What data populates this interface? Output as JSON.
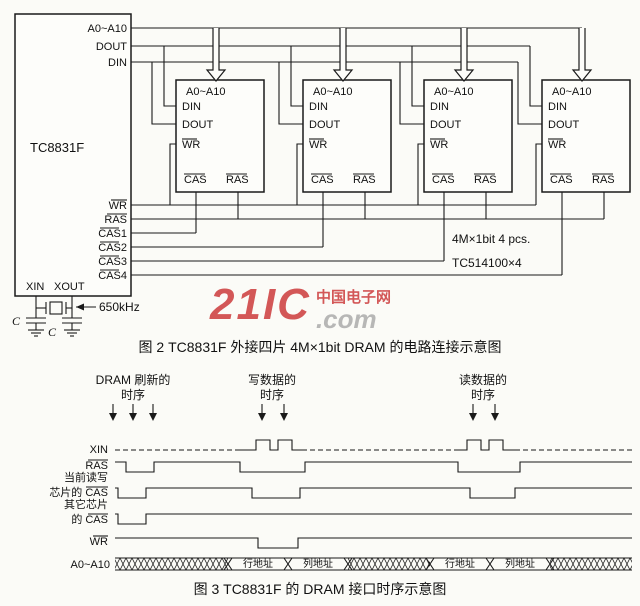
{
  "fig2": {
    "controller": {
      "name": "TC8831F",
      "pin_addr": "A0~A10",
      "pin_dout": "DOUT",
      "pin_din": "DIN",
      "pin_wr": "WR",
      "pin_ras": "RAS",
      "pin_cas1": "CAS1",
      "pin_cas2": "CAS2",
      "pin_cas3": "CAS3",
      "pin_cas4": "CAS4",
      "pin_xin": "XIN",
      "pin_xout": "XOUT"
    },
    "dram_pins": {
      "addr": "A0~A10",
      "din": "DIN",
      "dout": "DOUT",
      "wr": "WR",
      "cas": "CAS",
      "ras": "RAS"
    },
    "osc_freq": "650kHz",
    "cap_label": "C",
    "note1": "4M×1bit  4 pcs.",
    "note2": "TC514100×4",
    "caption": "图 2  TC8831F 外接四片 4M×1bit  DRAM 的电路连接示意图"
  },
  "watermark": {
    "brand": "21IC",
    "site": "中国电子网",
    "tld": ".com",
    "color_red": "#cf4646",
    "color_gray": "#b0b0b0"
  },
  "fig3": {
    "ann_refresh_1": "DRAM 刷新的",
    "ann_refresh_2": "时序",
    "ann_write_1": "写数据的",
    "ann_write_2": "时序",
    "ann_read_1": "读数据的",
    "ann_read_2": "时序",
    "sig_xin": "XIN",
    "sig_ras": "RAS",
    "sig_cur_cas_1": "当前读写",
    "sig_cur_cas_2": "芯片的 CAS",
    "sig_other_cas_1": "其它芯片",
    "sig_other_cas_2": "的 CAS",
    "sig_wr": "WR",
    "sig_addr": "A0~A10",
    "bus_row1": "行地址",
    "bus_col1": "列地址",
    "bus_row2": "行地址",
    "bus_col2": "列地址",
    "caption": "图 3  TC8831F 的 DRAM 接口时序示意图"
  }
}
